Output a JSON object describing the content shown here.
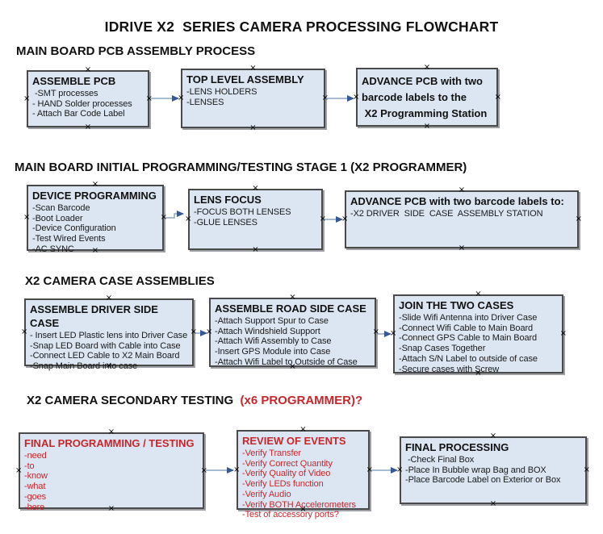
{
  "title": "IDRIVE X2  SERIES CAMERA PROCESSING FLOWCHART",
  "icons": {
    "connection_marker": "×",
    "arrowhead": "right-arrowhead"
  },
  "colors": {
    "box_fill": "#dce6f2",
    "box_border": "#4a4a4a",
    "accent_red": "#c9262c",
    "arrow_line": "#8ca6c6",
    "arrow_head": "#365896",
    "text": "#1a1a1a"
  },
  "sections": [
    {
      "heading": "MAIN BOARD PCB ASSEMBLY PROCESS",
      "boxes": [
        {
          "title": "ASSEMBLE PCB",
          "items": [
            " -SMT processes",
            "- HAND Solder processes",
            "- Attach Bar Code Label"
          ]
        },
        {
          "title": "TOP LEVEL ASSEMBLY",
          "items": [
            "-LENS HOLDERS",
            "-LENSES"
          ]
        },
        {
          "title": "ADVANCE PCB with two barcode labels to the\n X2 Programming Station",
          "items": []
        }
      ]
    },
    {
      "heading": "MAIN BOARD INITIAL PROGRAMMING/TESTING STAGE 1 (X2 PROGRAMMER)",
      "boxes": [
        {
          "title": "DEVICE PROGRAMMING",
          "items": [
            "-Scan Barcode",
            "-Boot Loader",
            "-Device Configuration",
            "-Test Wired Events",
            "-AC SYNC"
          ]
        },
        {
          "title": "LENS FOCUS",
          "items": [
            "-FOCUS BOTH LENSES",
            "-GLUE LENSES"
          ]
        },
        {
          "title": "ADVANCE PCB with two barcode labels to:",
          "items": [
            "-X2 DRIVER  SIDE  CASE  ASSEMBLY STATION"
          ]
        }
      ]
    },
    {
      "heading": "X2 CAMERA CASE ASSEMBLIES",
      "boxes": [
        {
          "title": "ASSEMBLE DRIVER SIDE CASE",
          "items": [
            "- Insert LED Plastic lens into Driver Case",
            "-Snap LED Board with Cable into Case",
            "-Connect LED Cable to X2 Main Board",
            "-Snap Main Board into case"
          ]
        },
        {
          "title": "ASSEMBLE ROAD SIDE CASE",
          "items": [
            "-Attach Support Spur to Case",
            "-Attach Windshield Support",
            "-Attach Wifi Assembly to Case",
            "-Insert GPS Module into Case",
            "-Attach Wifi Label to Outside of Case"
          ]
        },
        {
          "title": "JOIN THE TWO CASES",
          "items": [
            "-Slide Wifi Antenna into Driver Case",
            "-Connect Wifi Cable to Main Board",
            "-Connect GPS Cable to Main Board",
            "-Snap Cases Together",
            "-Attach S/N Label to outside of case",
            "-Secure cases with Screw"
          ]
        }
      ]
    },
    {
      "heading": "X2 CAMERA SECONDARY TESTING",
      "heading_suffix": "  (x6 PROGRAMMER)?",
      "boxes": [
        {
          "title": "FINAL PROGRAMMING / TESTING",
          "items": [
            "-need",
            "-to",
            "-know",
            "-what",
            "-goes",
            "-here"
          ]
        },
        {
          "title": "REVIEW OF EVENTS",
          "items": [
            "-Verify Transfer",
            "-Verify Correct Quantity",
            "-Verify Quality of Video",
            "-Verify LEDs function",
            "-Verify Audio",
            "-Verify BOTH Accelerometers",
            "-Test of accessory ports?"
          ]
        },
        {
          "title": "FINAL PROCESSING",
          "items": [
            " -Check Final Box",
            "-Place In Bubble wrap Bag and BOX",
            "-Place Barcode Label on Exterior or Box"
          ]
        }
      ]
    }
  ]
}
